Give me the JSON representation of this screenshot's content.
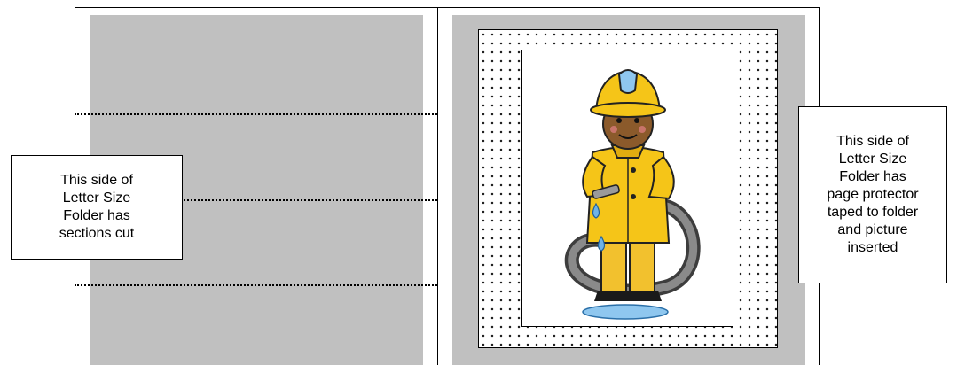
{
  "labels": {
    "left": [
      "This side of",
      "Letter Size",
      "Folder has",
      "sections cut"
    ],
    "right": [
      "This side of",
      "Letter Size",
      "Folder has",
      "page protector",
      "taped to folder",
      "and picture",
      "inserted"
    ]
  },
  "colors": {
    "folder_fill": "#c0c0c0",
    "coat": "#f2c12e",
    "helmet": "#f5c518",
    "hose": "#5a5a5a",
    "water": "#6fb3e6",
    "skin": "#8b5a2b"
  }
}
